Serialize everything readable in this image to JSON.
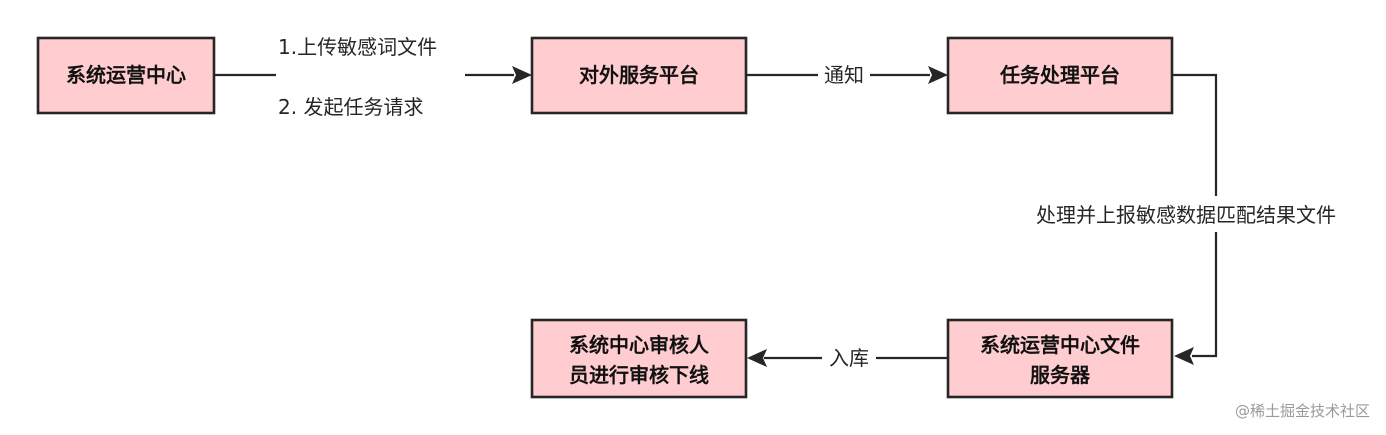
{
  "colors": {
    "node_fill": "#ffcccf",
    "node_stroke": "#262626",
    "line": "#262626",
    "watermark": "#9a9a9a"
  },
  "nodes": {
    "ops_center": {
      "label": "系统运营中心"
    },
    "external_platform": {
      "label": "对外服务平台"
    },
    "task_platform": {
      "label": "任务处理平台"
    },
    "file_server": {
      "lines": [
        "系统运营中心文件",
        "服务器"
      ]
    },
    "review": {
      "lines": [
        "系统中心审核人",
        "员进行审核下线"
      ]
    }
  },
  "edges": {
    "ops_to_external": {
      "label_1": "1.上传敏感词文件",
      "label_2": "2. 发起任务请求"
    },
    "external_to_task": {
      "label": "通知"
    },
    "task_to_file_server": {
      "label": "处理并上报敏感数据匹配结果文件"
    },
    "file_server_to_review": {
      "label": "入库"
    }
  },
  "watermark": {
    "text": "@稀土掘金技术社区"
  }
}
